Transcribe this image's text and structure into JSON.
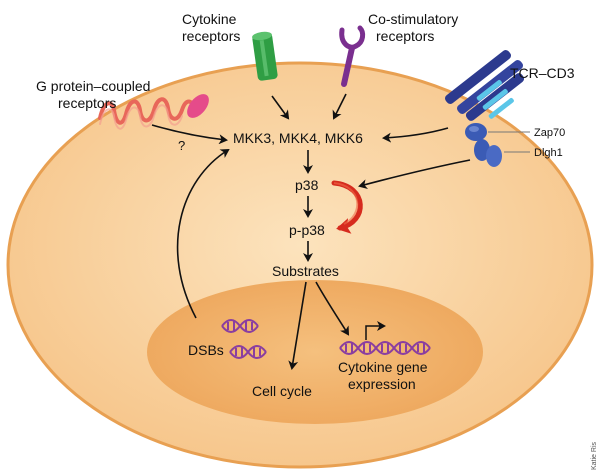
{
  "receptors": {
    "gpcr": "G protein–coupled receptors",
    "cytokine": "Cytokine receptors",
    "costim": "Co-stimulatory receptors",
    "tcr": "TCR–CD3"
  },
  "proteins": {
    "zap70": "Zap70",
    "dlgh1": "Dlgh1"
  },
  "pathway": {
    "mkk": "MKK3, MKK4, MKK6",
    "p38": "p38",
    "pp38": "p-p38",
    "substrates": "Substrates",
    "question": "?"
  },
  "nucleus": {
    "dsbs": "DSBs",
    "cell_cycle": "Cell cycle",
    "cytokine_expression": "Cytokine gene expression"
  },
  "credit": "Katie Ris",
  "colors": {
    "cell_fill": "#f9d29e",
    "cell_border": "#e8a052",
    "nucleus_fill": "#f2b46c",
    "gpcr": "#e8675a",
    "gpcr_cap": "#e54b8a",
    "cytokine_receptor": "#2f9e44",
    "costim_receptor": "#7a2f8f",
    "tcr": "#2c3a8e",
    "tcr_stripe": "#5bc6e8",
    "zap70": "#3b5bb5",
    "phospho_arrow": "#d62b1e",
    "dna": "#8a3ea0"
  }
}
